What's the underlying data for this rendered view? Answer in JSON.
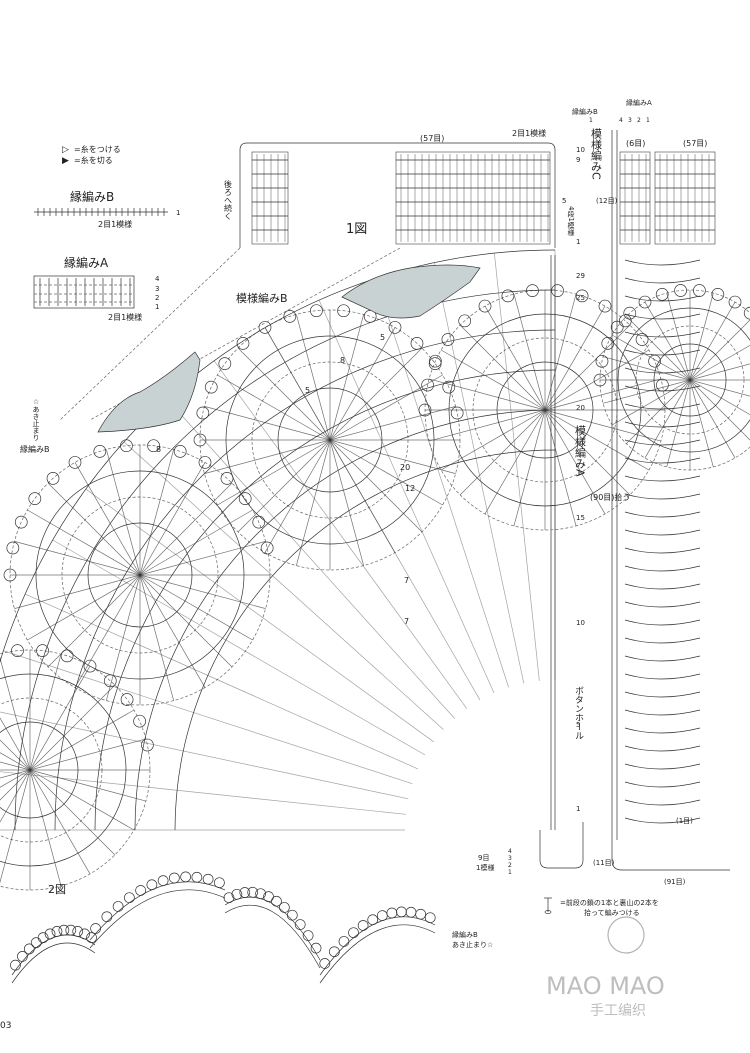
{
  "legend": {
    "attach_symbol": "▷",
    "attach_text": "=糸をつける",
    "cut_symbol": "▶",
    "cut_text": "=糸を切る"
  },
  "edging_b": {
    "title": "縁編みB",
    "repeat": "2目1模様",
    "row_marks": [
      "1"
    ]
  },
  "edging_a": {
    "title": "縁編みA",
    "repeat": "2目1模様",
    "row_marks": [
      "4",
      "3",
      "2",
      "1"
    ]
  },
  "fig1": {
    "title": "1図",
    "back_continue": "後ろへ続く",
    "top_count": "(57目)",
    "top_repeat": "2目1模様",
    "pattern_b_label": "模様編みB",
    "pattern_c_label": "模様編みC",
    "pattern_a_label": "模様編みA",
    "pattern_c_rows_label": "4段1模様",
    "edging_b_left": "縁編みB",
    "open_stop": "☆あき止まり",
    "buttonhole": "ボタンホール",
    "pick_up": "(90目)拾う",
    "edge_b_top": "縁編みB",
    "edge_a_top": "縁編みA",
    "edge_b_marks": [
      "1"
    ],
    "edge_a_marks": [
      "4",
      "3",
      "2",
      "1"
    ],
    "right_six": "(6目)",
    "right_57": "(57目)",
    "right_12": "(12目)",
    "row_numbers_pattern": [
      "29",
      "25",
      "20",
      "15",
      "10",
      "5",
      "1"
    ],
    "row_numbers_c": [
      "10",
      "9",
      "5",
      "1"
    ],
    "bottom_nine": "9目",
    "bottom_nine_repeat": "1模様",
    "bottom_marks": [
      "4",
      "3",
      "2",
      "1"
    ],
    "bottom_eleven": "(11目)",
    "bottom_ninety_one": "(91目)",
    "right_one": "(1目)",
    "round_numbers": [
      "20",
      "12",
      "8",
      "5",
      "7",
      "7",
      "8",
      "5"
    ]
  },
  "fig2": {
    "title": "2図",
    "edging_label": "縁編みB",
    "open_stop": "あき止まり☆"
  },
  "note": {
    "text_line1": "=前段の鎖の1本と裏山の2本を",
    "text_line2": "拾って編みつける"
  },
  "watermark": {
    "brand": "MAO MAO",
    "sub": "手工编织"
  },
  "page_number": "03"
}
